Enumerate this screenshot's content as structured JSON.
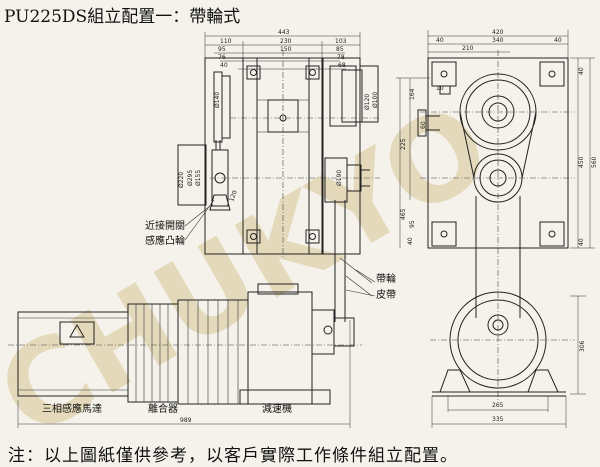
{
  "title": "PU225DS組立配置一：帶輪式",
  "note": "注：以上圖紙僅供參考，以客戶實際工作條件組立配置。",
  "watermark": "CHUKYO",
  "labels": {
    "proximity_switch": "近接開關",
    "sensor_cam": "感應凸輪",
    "pulley": "帶輪",
    "belt": "皮帶",
    "motor": "三相感應馬達",
    "clutch": "離合器",
    "reducer": "減速機"
  },
  "dims": {
    "d443": "443",
    "d110": "110",
    "d230": "230",
    "d103": "103",
    "d95": "95",
    "d150": "150",
    "d85": "85",
    "d76": "76",
    "d78": "78",
    "d68": "68",
    "d40a": "40",
    "d140": "Ø140",
    "d120": "Ø120",
    "d100": "Ø100",
    "d220": "Ø220",
    "d295": "Ø295",
    "d155": "Ø155",
    "d190": "Ø190",
    "d120b": "120",
    "d989": "989",
    "d420": "420",
    "d40b": "40",
    "d340": "340",
    "d40c": "40",
    "d210": "210",
    "d164": "164",
    "d10": "10",
    "d60": "60",
    "d225": "225",
    "d450": "450",
    "d40d": "40",
    "d40e": "40",
    "d560": "560",
    "d465": "465",
    "d95b": "95",
    "d40f": "40",
    "d306": "306",
    "d265": "265",
    "d335": "335"
  }
}
